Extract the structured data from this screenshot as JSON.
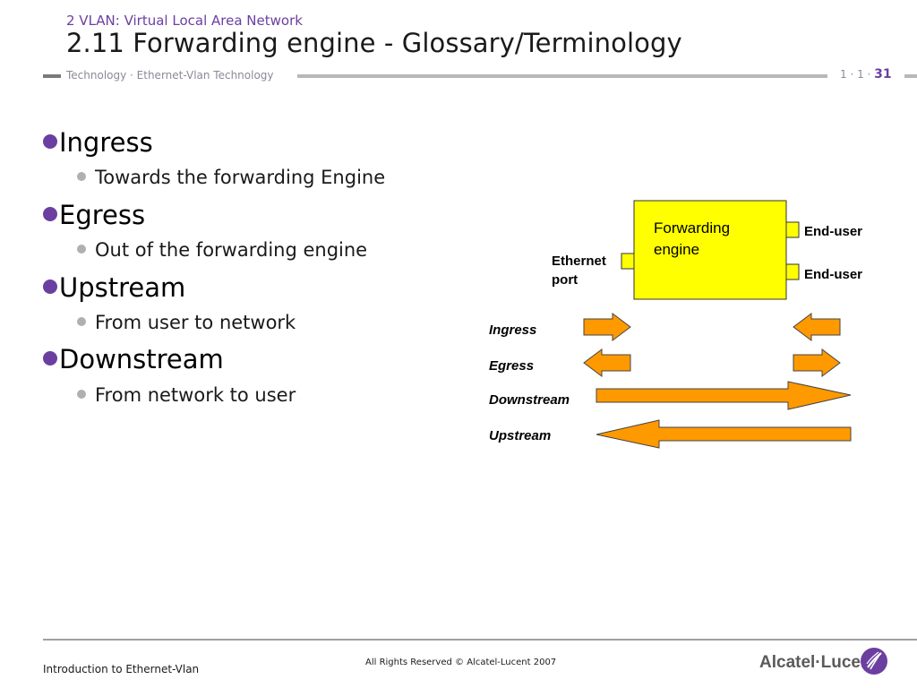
{
  "header": {
    "chapter": "2 VLAN: Virtual Local Area Network",
    "title": "2.11 Forwarding engine - Glossary/Terminology",
    "breadcrumb": "Technology · Ethernet-Vlan Technology",
    "page_prefix": "1 · 1 · ",
    "page_number": "31"
  },
  "bullets": [
    {
      "term": "Ingress",
      "desc": "Towards the forwarding Engine"
    },
    {
      "term": "Egress",
      "desc": "Out of the forwarding engine"
    },
    {
      "term": "Upstream",
      "desc": "From user  to network"
    },
    {
      "term": "Downstream",
      "desc": "From network to user"
    }
  ],
  "diagram": {
    "engine_label_1": "Forwarding",
    "engine_label_2": "engine",
    "ethernet_port_1": "Ethernet",
    "ethernet_port_2": "port",
    "end_user_1": "End-user",
    "end_user_2": "End-user",
    "row_ingress": "Ingress",
    "row_egress": "Egress",
    "row_downstream": "Downstream",
    "row_upstream": "Upstream",
    "colors": {
      "engine_fill": "#ffff00",
      "arrow_fill": "#ff9900",
      "stroke": "#333333"
    }
  },
  "footer": {
    "course": "Introduction to Ethernet-Vlan",
    "copyright": "All Rights Reserved © Alcatel-Lucent 2007",
    "logo": "Alcatel·Lucent"
  }
}
